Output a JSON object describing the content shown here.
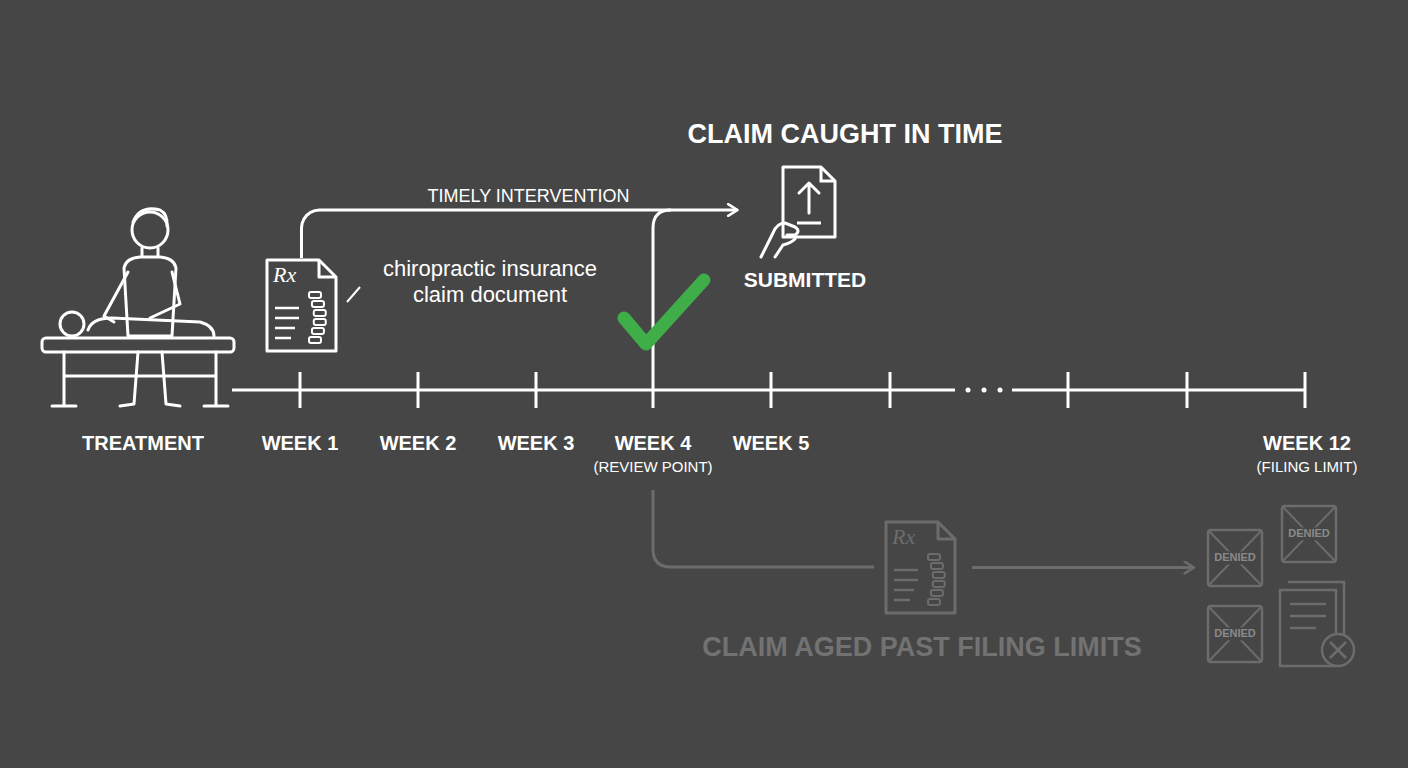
{
  "diagram": {
    "nodes": [
      {
        "text": [
          "Rx",
          "chiropractic insurance claim document"
        ]
      },
      {
        "text": [
          "SUBMITTED"
        ]
      },
      {
        "text": [
          "Rx"
        ]
      },
      {
        "text": [
          "DENIED",
          "DENIED",
          "DENIED"
        ]
      }
    ],
    "edges": [
      {
        "from": 0,
        "to": 1,
        "arrow": "to",
        "label": "TIMELY INTERVENTION"
      },
      {
        "from": 2,
        "to": 3,
        "arrow": "to"
      }
    ],
    "labels": [
      "CLAIM CAUGHT IN TIME",
      "TREATMENT",
      "WEEK 1",
      "WEEK 2",
      "WEEK 3",
      "WEEK 4",
      "(REVIEW POINT)",
      "WEEK 5",
      "WEEK 12",
      "(FILING LIMIT)",
      "CLAIM AGED PAST FILING LIMITS"
    ]
  }
}
